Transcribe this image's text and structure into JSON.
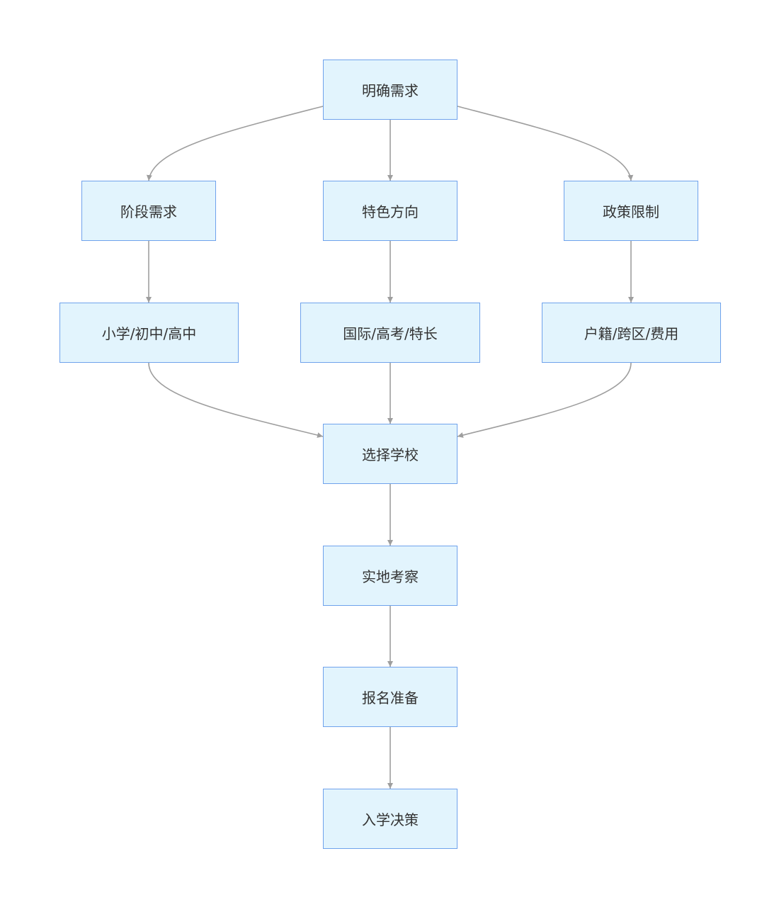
{
  "nodes": {
    "need": "明确需求",
    "stage": "阶段需求",
    "feature": "特色方向",
    "policy": "政策限制",
    "grades": "小学/初中/高中",
    "tracks": "国际/高考/特长",
    "limits": "户籍/跨区/费用",
    "choose": "选择学校",
    "visit": "实地考察",
    "apply": "报名准备",
    "enroll": "入学决策"
  },
  "edges": [
    {
      "from": "need",
      "to": "stage"
    },
    {
      "from": "need",
      "to": "feature"
    },
    {
      "from": "need",
      "to": "policy"
    },
    {
      "from": "stage",
      "to": "grades"
    },
    {
      "from": "feature",
      "to": "tracks"
    },
    {
      "from": "policy",
      "to": "limits"
    },
    {
      "from": "grades",
      "to": "choose"
    },
    {
      "from": "tracks",
      "to": "choose"
    },
    {
      "from": "limits",
      "to": "choose"
    },
    {
      "from": "choose",
      "to": "visit"
    },
    {
      "from": "visit",
      "to": "apply"
    },
    {
      "from": "apply",
      "to": "enroll"
    }
  ],
  "colors": {
    "node_fill": "#e2f4fd",
    "node_border": "#6fa2ec",
    "edge": "#9e9e9e",
    "text": "#333333"
  }
}
